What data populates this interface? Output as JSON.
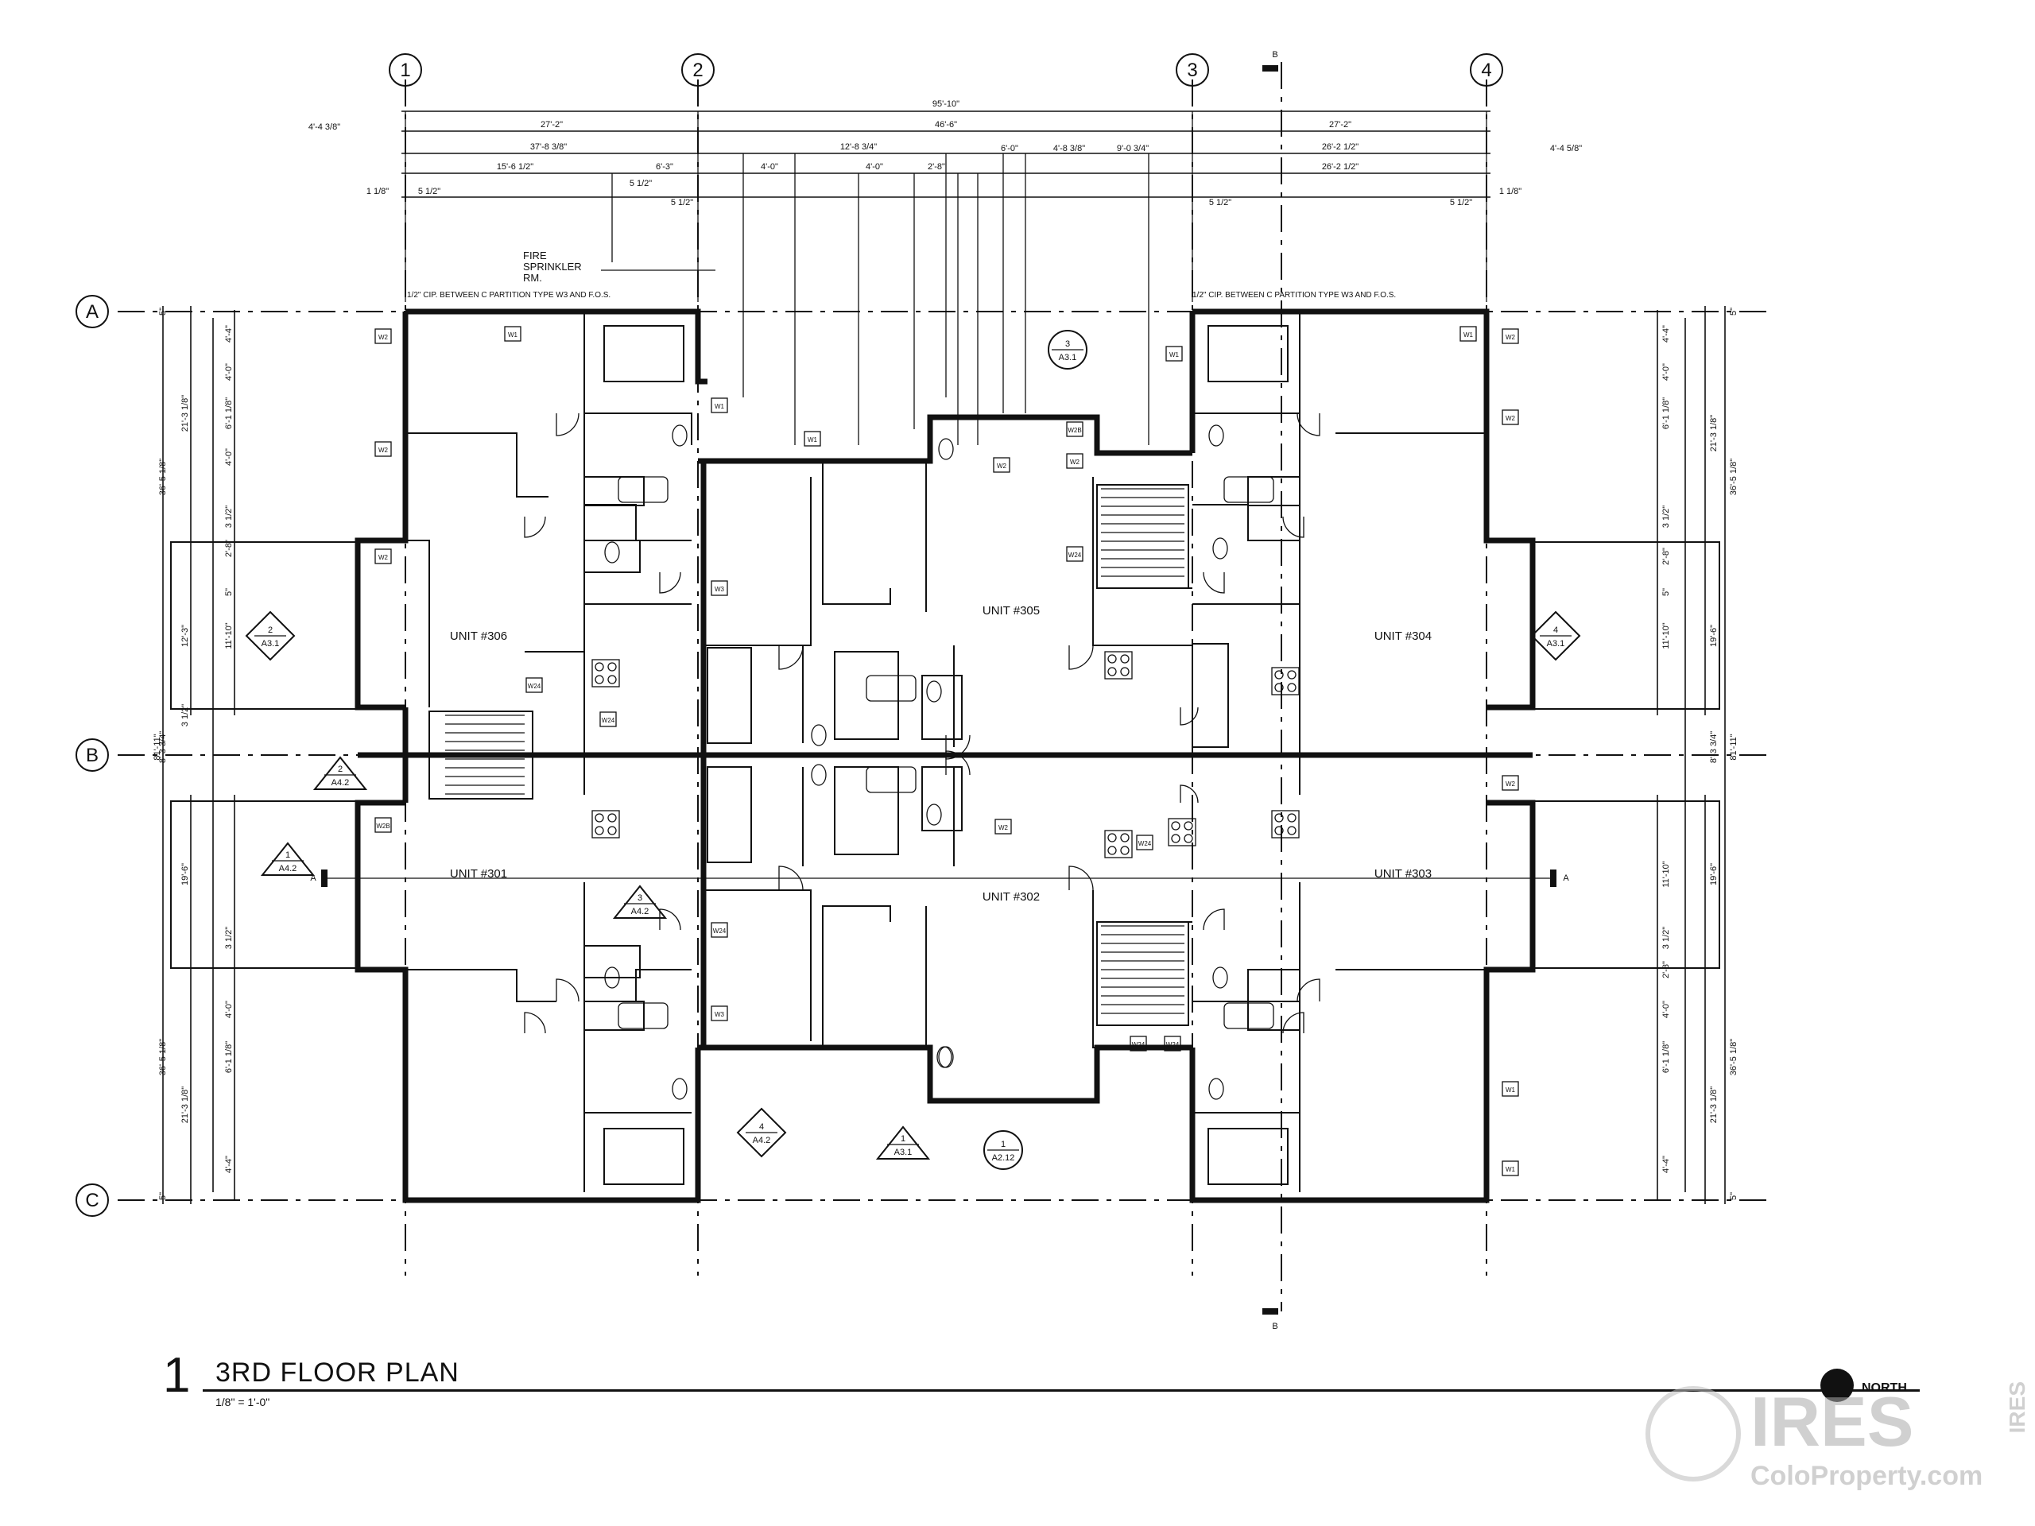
{
  "sheet": {
    "number": "1",
    "title": "3RD FLOOR PLAN",
    "scale": "1/8\" = 1'-0\""
  },
  "north_label": "NORTH",
  "watermark": {
    "brand": "IRES",
    "url": "ColoProperty.com",
    "side": "IRES"
  },
  "grid": {
    "columns": [
      "1",
      "2",
      "3",
      "4"
    ],
    "rows": [
      "A",
      "B",
      "C"
    ]
  },
  "section_marks": [
    "B",
    "B",
    "A",
    "A"
  ],
  "units": [
    "UNIT #306",
    "UNIT #305",
    "UNIT #304",
    "UNIT #301",
    "UNIT #302",
    "UNIT #303"
  ],
  "room_label": "FIRE SPRINKLER RM.",
  "notes": [
    "1/2\" CIP. BETWEEN C PARTITION TYPE W3 AND F.O.S.",
    "1/2\" CIP. BETWEEN C PARTITION TYPE W3 AND F.O.S."
  ],
  "top_dimensions": {
    "overall": "95'-10\"",
    "left_offset": "4'-4 3/8\"",
    "right_offset": "4'-4 5/8\"",
    "row2": [
      "27'-2\"",
      "46'-6\"",
      "27'-2\""
    ],
    "row3": [
      "37'-8 3/8\"",
      "12'-8 3/4\"",
      "26'-2 1/2\""
    ],
    "row4": [
      "15'-6 1/2\"",
      "6'-3\"",
      "4'-0\"",
      "4'-0\"",
      "2'-8\"",
      "6'-0\"",
      "4'-8 3/8\"",
      "9'-0 3/4\"",
      "26'-2 1/2\""
    ],
    "row5": [
      "1 1/8\"",
      "5 1/2\"",
      "5 1/2\"",
      "5 1/2\"",
      "5 1/2\"",
      "5 1/2\"",
      "1 1/8\""
    ]
  },
  "side_dimensions": {
    "left": [
      "5\"",
      "4'-4\"",
      "4'-0\"",
      "6'-1 1/8\"",
      "4'-0\"",
      "21'-3 1/8\"",
      "36'-5 1/8\"",
      "3 1/2\"",
      "2'-8\"",
      "5\"",
      "11'-10\"",
      "12'-3\"",
      "3 1/2\"",
      "8'-3 3/4\"",
      "81'-11\"",
      "19'-6\"",
      "3 1/2\"",
      "4'-0\"",
      "6'-1 1/8\"",
      "21'-3 1/8\"",
      "36'-5 1/8\"",
      "4'-4\"",
      "5\""
    ],
    "right": [
      "5\"",
      "4'-4\"",
      "4'-0\"",
      "6'-1 1/8\"",
      "21'-3 1/8\"",
      "36'-5 1/8\"",
      "3 1/2\"",
      "2'-8\"",
      "5\"",
      "11'-10\"",
      "19'-6\"",
      "8'-3 3/4\"",
      "81'-11\"",
      "11'-10\"",
      "19'-6\"",
      "3 1/2\"",
      "2'-8\"",
      "4'-0\"",
      "6'-1 1/8\"",
      "21'-3 1/8\"",
      "36'-5 1/8\"",
      "4'-4\"",
      "5\""
    ]
  },
  "callouts": [
    {
      "num": "3",
      "ref": "A3.1"
    },
    {
      "num": "2",
      "ref": "A3.1"
    },
    {
      "num": "4",
      "ref": "A3.1"
    },
    {
      "num": "2",
      "ref": "A4.2"
    },
    {
      "num": "1",
      "ref": "A4.2"
    },
    {
      "num": "3",
      "ref": "A4.2"
    },
    {
      "num": "4",
      "ref": "A4.2"
    },
    {
      "num": "1",
      "ref": "A3.1"
    },
    {
      "num": "1",
      "ref": "A2.12"
    }
  ],
  "wall_tags": [
    "W1",
    "W2",
    "W2",
    "W2",
    "W1",
    "W1",
    "W2",
    "W2",
    "W2",
    "W1",
    "W2B",
    "W2",
    "W1",
    "W24",
    "W2",
    "W24",
    "W3",
    "W24",
    "W3",
    "W24",
    "W24",
    "W2B",
    "W2",
    "W1",
    "W1",
    "W24",
    "W24"
  ]
}
